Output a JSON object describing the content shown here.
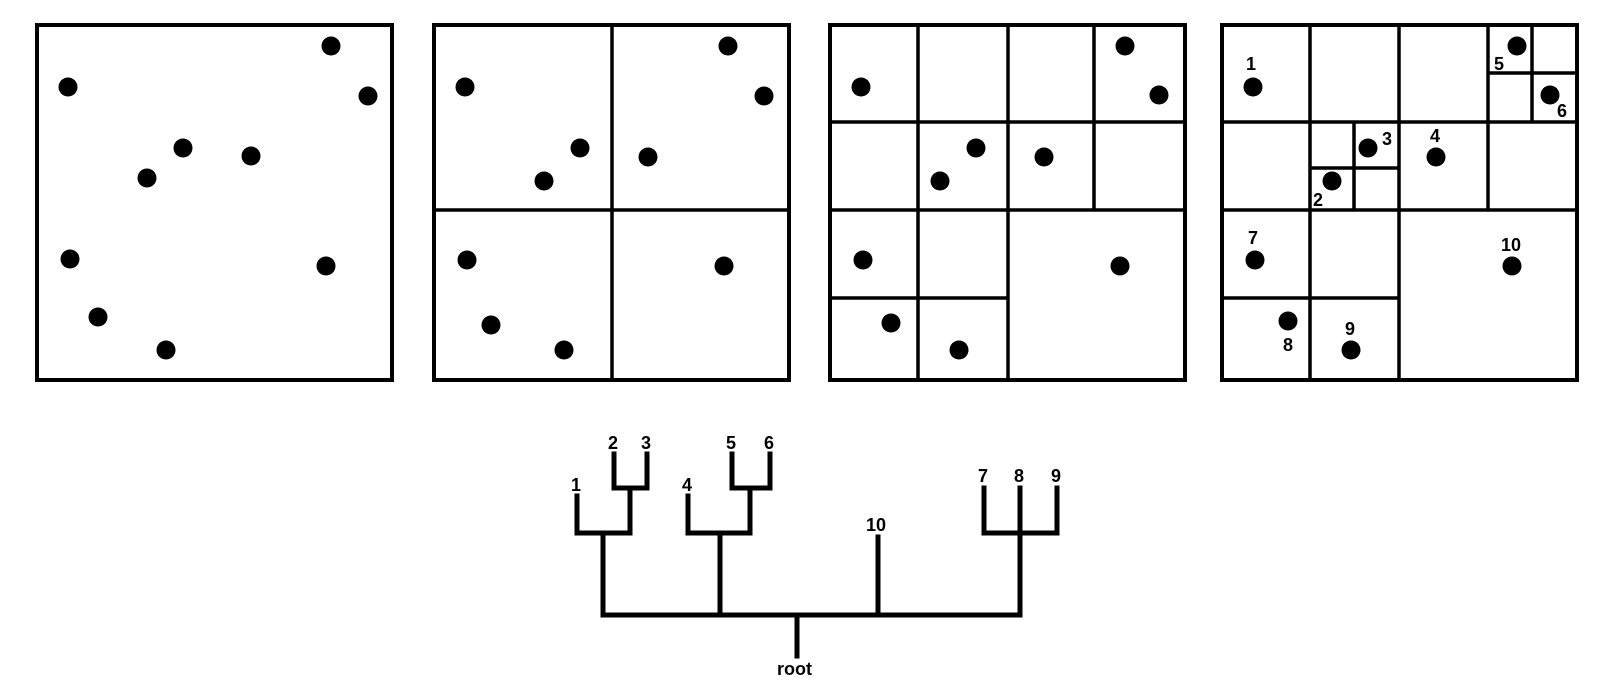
{
  "panels": [
    {
      "step": "initial-points"
    },
    {
      "step": "first-subdivision"
    },
    {
      "step": "second-subdivision"
    },
    {
      "step": "final-labeled-quadtree"
    }
  ],
  "point_labels": [
    "1",
    "2",
    "3",
    "4",
    "5",
    "6",
    "7",
    "8",
    "9",
    "10"
  ],
  "tree": {
    "root_label": "root",
    "leaf_labels": [
      "1",
      "2",
      "3",
      "4",
      "5",
      "6",
      "7",
      "8",
      "9",
      "10"
    ]
  },
  "colors": {
    "ink": "#000000",
    "background": "#ffffff"
  }
}
